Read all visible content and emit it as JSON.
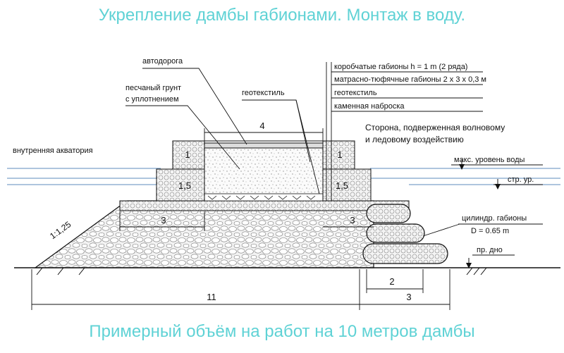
{
  "title": "Укрепление дамбы габионами. Монтаж в воду.",
  "footer": "Примерный объём на работ на 10 метров дамбы",
  "colors": {
    "accent": "#5fd2d5",
    "water": "#7da2c9",
    "line": "#111111",
    "stone": "#f2f2f2"
  },
  "labels": {
    "road": "автодорога",
    "sand1": "песчаный грунт",
    "sand2": "с уплотнением",
    "geotextile": "геотекстиль",
    "inner_water": "внутренняя акватория",
    "wave1": "Сторона, подверженная волновому",
    "wave2": "и ледовому воздействию",
    "max_level": "макс. уровень воды",
    "constr_level": "стр. ур.",
    "cyl1": "цилиндр. габионы",
    "cyl2": "D = 0.65 m",
    "bottom": "пр. дно",
    "slope": "1:1,25"
  },
  "legend": [
    "коробчатые габионы h = 1 m (2 ряда)",
    "матрасно-тюфячные габионы 2 х 3 х 0,3 м",
    "геотекстиль",
    "каменная наброска"
  ],
  "dimensions": {
    "top": "4",
    "mattress_left": "3",
    "mattress_right": "3",
    "base": "11",
    "cyl_width": "2",
    "cyl_base": "3"
  },
  "box_labels": {
    "left_top": "1",
    "left_bottom": "1,5",
    "right_top": "1",
    "right_bottom": "1,5"
  }
}
